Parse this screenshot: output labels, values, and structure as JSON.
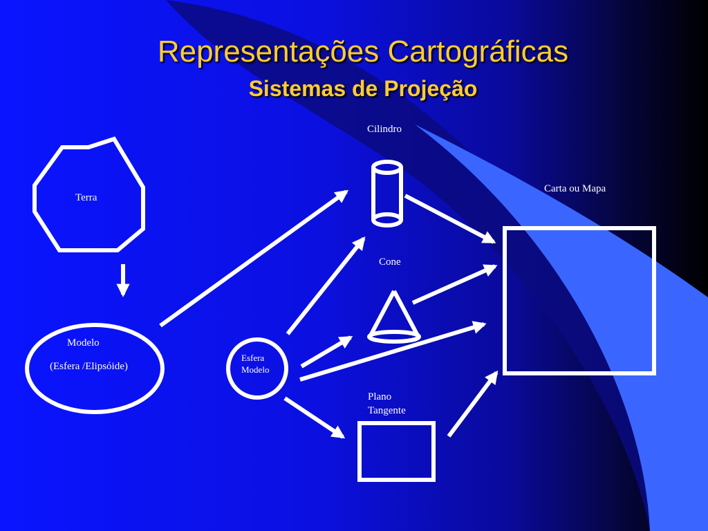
{
  "slide": {
    "title": "Representações Cartográficas",
    "subtitle": "Sistemas de Projeção"
  },
  "labels": {
    "terra": "Terra",
    "modelo": "Modelo",
    "modelo_sub": "(Esfera /Elipsóide)",
    "esfera": "Esfera",
    "esfera_modelo": "Modelo",
    "cilindro": "Cilindro",
    "cone": "Cone",
    "plano": "Plano",
    "tangente": "Tangente",
    "carta": "Carta  ou  Mapa"
  },
  "colors": {
    "title": "#ffcc33",
    "stroke": "#ffffff",
    "swoosh_light": "#3a66ff",
    "swoosh_dark": "#0a0a70"
  }
}
